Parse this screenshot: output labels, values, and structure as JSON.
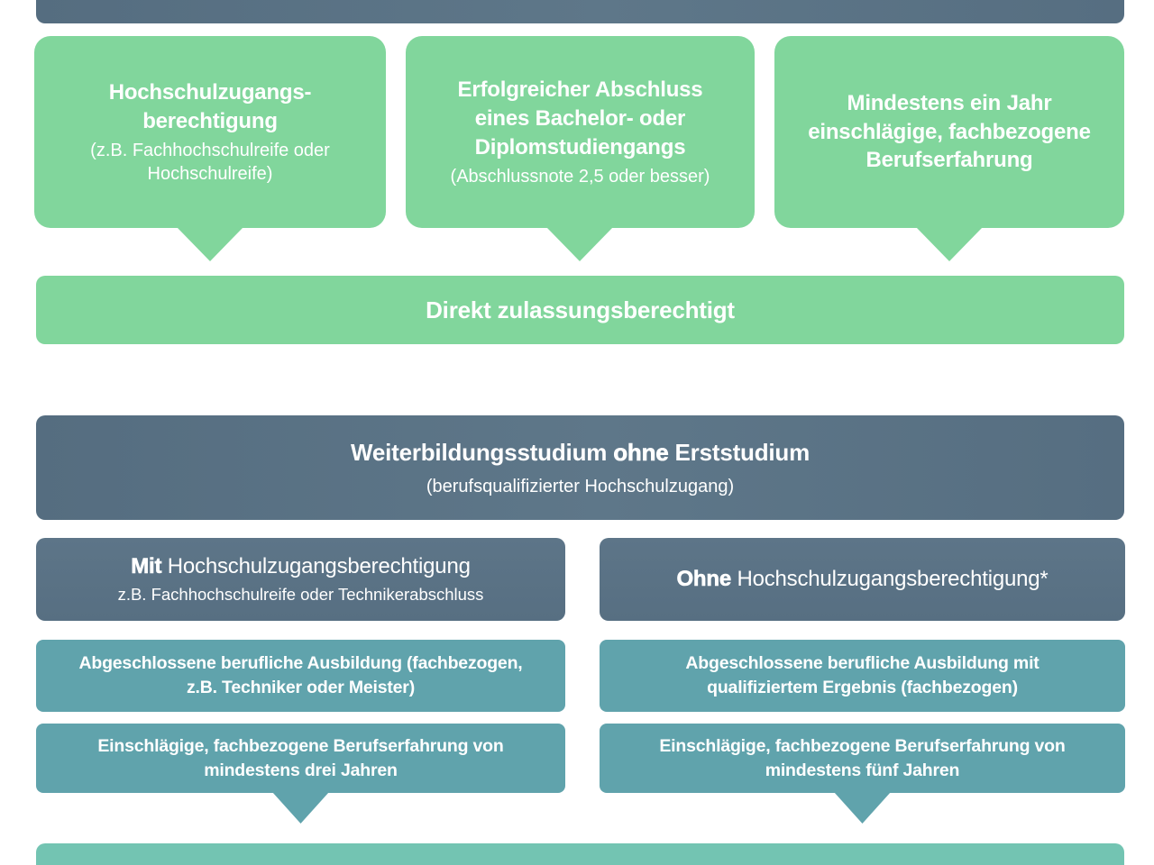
{
  "palette": {
    "slate": "#5b7385",
    "green": "#81d69c",
    "teal": "#60a3ac",
    "mint": "#73c4b2",
    "text": "#ffffff"
  },
  "direct_path": {
    "boxes": [
      {
        "title": "Hochschulzugangs-\nberechtigung",
        "subtitle": "(z.B. Fachhochschulreife oder\nHochschulreife)"
      },
      {
        "title": "Erfolgreicher Abschluss\neines Bachelor- oder\nDiplomstudiengangs",
        "subtitle": "(Abschlussnote 2,5 oder besser)"
      },
      {
        "title": "Mindestens ein Jahr\neinschlägige, fachbezogene\nBerufserfahrung",
        "subtitle": ""
      }
    ],
    "result_label": "Direkt zulassungsberechtigt"
  },
  "weiterbildung": {
    "title_pre": "Weiterbildungsstudium ",
    "title_emph": "ohne",
    "title_post": " Erststudium",
    "subtitle": "(berufsqualifizierter Hochschulzugang)"
  },
  "mit_column": {
    "header_emph": "Mit",
    "header_rest": " Hochschulzugangsberechtigung",
    "header_sub": "z.B. Fachhochschulreife oder Technikerabschluss",
    "steps": [
      "Abgeschlossene berufliche Ausbildung (fachbezogen,\nz.B. Techniker oder Meister)",
      "Einschlägige, fachbezogene Berufserfahrung von\nmindestens drei Jahren"
    ]
  },
  "ohne_column": {
    "header_emph": "Ohne",
    "header_rest": " Hochschulzugangsberechtigung*",
    "steps": [
      "Abgeschlossene berufliche Ausbildung mit\nqualifiziertem Ergebnis (fachbezogen)",
      "Einschlägige, fachbezogene Berufserfahrung von\nmindestens fünf Jahren"
    ]
  }
}
